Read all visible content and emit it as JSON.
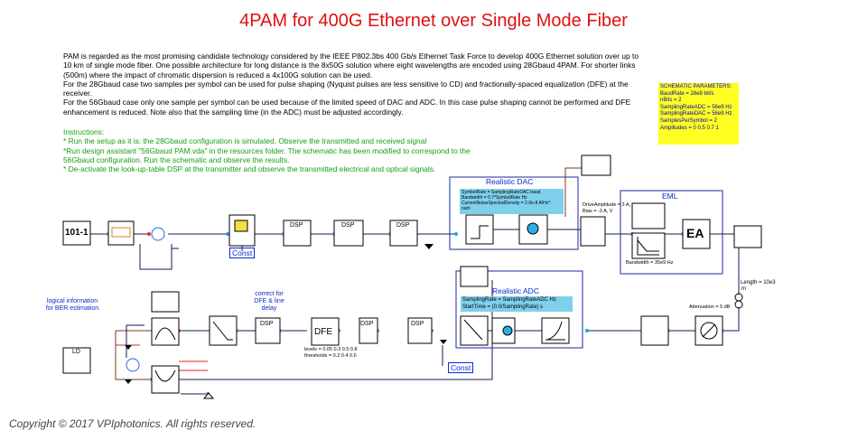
{
  "title": "4PAM for 400G Ethernet over Single Mode Fiber",
  "description": [
    "PAM is regarded as the most promising candidate technology considered by the IEEE P802.3bs 400 Gb/s Ethernet Task Force to develop 400G Ethernet solution over up to 10 km of single mode fiber. One possible architecture for long distance is the 8x50G solution where eight wavelengths are encoded using 28Gbaud 4PAM.  For shorter links (500m) where the impact of chromatic dispersion is reduced a 4x100G solution can be used.",
    "For the 28Gbaud case two samples per symbol can be used for pulse shaping (Nyquist pulses are less sensitive to CD) and fractionally-spaced equalization (DFE) at the receiver.",
    "For the 56Gbaud case only one sample per symbol can be used because of the limited speed of DAC and ADC. In this case pulse shaping cannot be performed and DFE enhancement is reduced. Note also that  the sampling time (in the ADC) must be adjusted accordingly."
  ],
  "instructions": {
    "heading": "Instructions:",
    "items": [
      "* Run the setup as it is: the 28Gbaud configuration is simulated. Observe the transmitted and received signal",
      "*Run design assistant \"56Gbaud PAM.vda\" in the resources folder. The schematic has been modified to correspond to the",
      "56Gbaud configuration. Run the schematic and observe the results.",
      "* De-activate the look-up-table DSP at the transmitter and observe the transmitted electrical and optical signals."
    ]
  },
  "schematic_parameters": {
    "heading": "SCHEMATIC PARAMETERS:",
    "lines": [
      "BaudRate = 28e9 bit/s",
      "nBits = 2",
      "SamplingRateADC = 56e9 Hz",
      "SamplingRateDAC = 56e9 Hz",
      "SamplesPerSymbol = 2",
      "Amplitudes = 0 0.5 0.7 1"
    ]
  },
  "blocks": {
    "bit_source": "101-1",
    "dsp": "DSP",
    "dfe": "DFE",
    "const": "Const",
    "eml": "EML",
    "ea": "EA",
    "realistic_dac": "Realistic DAC",
    "realistic_adc": "Realistic ADC",
    "ld": "LD"
  },
  "dac_params": [
    "SymbolRate = SamplingRateDAC baud",
    "Bandwidth = 0.7*SymbolRate Hz",
    "CurrentNoiseSpectralDensity = 2.0e-8 A/Hz^",
    "num"
  ],
  "adc_params": [
    "SamplingRate = SamplingRateADC Hz",
    "StartTime = (0.0/SamplingRate) s"
  ],
  "labels": {
    "drive": "DriveAmplitude = 3 A,",
    "bias": "Bias = -3 A, V",
    "eml_bandwidth": "Bandwidth = 35e9 Hz",
    "length": "Length = 10e3",
    "m": "m",
    "attenuation": "Attenuation = 5 dB",
    "dfe_levels": "levels = 0.05 0.3 0.5 0.8",
    "dfe_thresholds": "thresholds = 0.2 0.4 0.6",
    "logical_info": [
      "logical information",
      "for BER estimation"
    ],
    "correct": [
      "correct for",
      "DFE  & line",
      "delay"
    ]
  },
  "colors": {
    "title": "#e01010",
    "instructions": "#14a014",
    "link_blue": "#0a2acc",
    "params_bg": "#ffff22",
    "cyan_box": "#7fd0ec",
    "wire_dark": "#1a1a50",
    "wire_brown": "#7a3a20"
  },
  "copyright": "Copyright © 2017 VPIphotonics. All rights reserved."
}
